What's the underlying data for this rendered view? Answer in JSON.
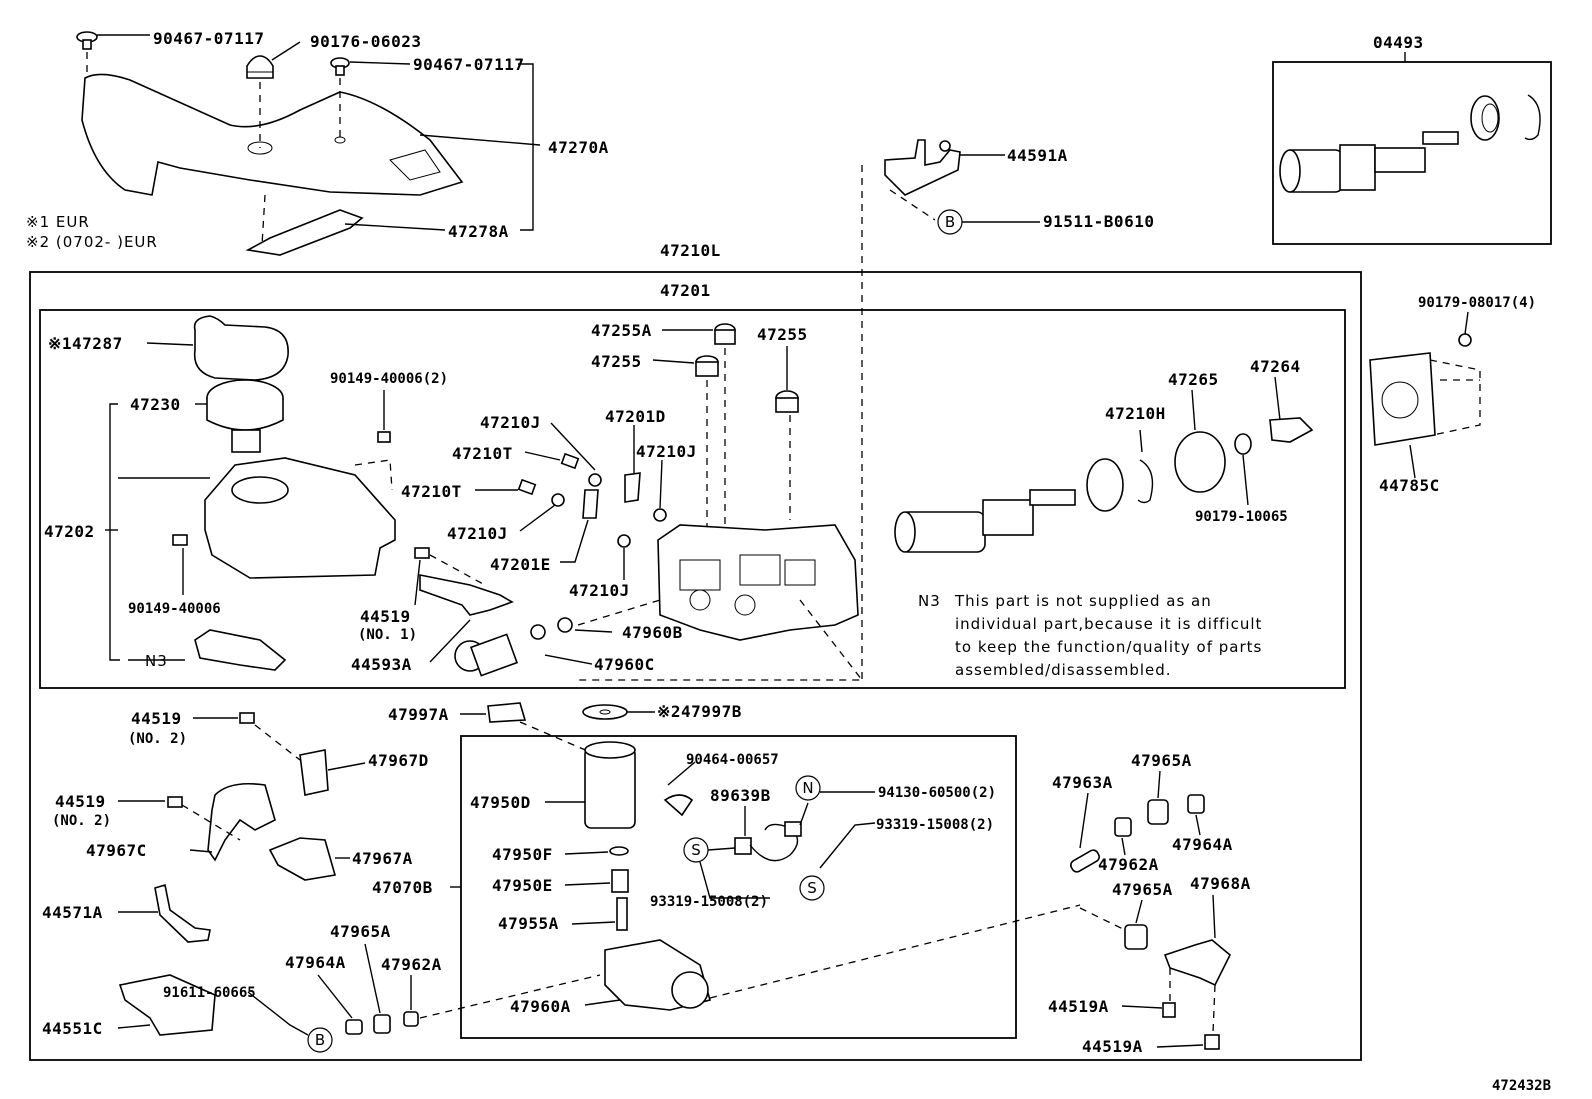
{
  "diagram_id": "472432B",
  "footnotes": {
    "note1": "※1 EUR",
    "note2": "※2 (0702-    )EUR"
  },
  "n3_note": {
    "code": "N3",
    "lines": [
      "This part is not supplied as an",
      "individual part,because it is difficult",
      "to keep the function/quality of parts",
      "assembled/disassembled."
    ]
  },
  "symbols": {
    "b": "B",
    "n": "N",
    "s": "S"
  },
  "parts": {
    "p90467_07117_a": "90467-07117",
    "p90176_06023": "90176-06023",
    "p90467_07117_b": "90467-07117",
    "p47270A": "47270A",
    "p47278A": "47278A",
    "p44591A": "44591A",
    "p91511_B0610": "91511-B0610",
    "p04493": "04493",
    "p47210L": "47210L",
    "p47201": "47201",
    "p47287": "※147287",
    "p47230": "47230",
    "p47202": "47202",
    "p90149_40006_2": "90149-40006(2)",
    "p90149_40006": "90149-40006",
    "pN3": "N3",
    "p47255A": "47255A",
    "p47255_l": "47255",
    "p47255_r": "47255",
    "p47210J_a": "47210J",
    "p47210T_a": "47210T",
    "p47210T_b": "47210T",
    "p47210J_b": "47210J",
    "p47201D": "47201D",
    "p47210J_c": "47210J",
    "p47201E": "47201E",
    "p47210J_d": "47210J",
    "p44519_no1": "44519",
    "p44519_no1_sub": "(NO. 1)",
    "p44593A": "44593A",
    "p47960B": "47960B",
    "p47960C": "47960C",
    "p47265": "47265",
    "p47264": "47264",
    "p47210H": "47210H",
    "p90179_10065": "90179-10065",
    "p90179_08017": "90179-08017(4)",
    "p44785C": "44785C",
    "p44519_no2a": "44519",
    "p44519_no2a_sub": "(NO. 2)",
    "p47967D": "47967D",
    "p44519_no2b": "44519",
    "p44519_no2b_sub": "(NO. 2)",
    "p47967C": "47967C",
    "p47967A": "47967A",
    "p44571A": "44571A",
    "p44551C": "44551C",
    "p47997A": "47997A",
    "p47997B": "※247997B",
    "p47950D": "47950D",
    "p90464_00657": "90464-00657",
    "p89639B": "89639B",
    "p94130_60500": "94130-60500(2)",
    "p93319_15008_a": "93319-15008(2)",
    "p93319_15008_b": "93319-15008(2)",
    "p47950F": "47950F",
    "p47950E": "47950E",
    "p47070B": "47070B",
    "p47955A": "47955A",
    "p47960A": "47960A",
    "p47965A_a": "47965A",
    "p47964A_a": "47964A",
    "p47962A_a": "47962A",
    "p91611_60665": "91611-60665",
    "p47963A": "47963A",
    "p47965A_b": "47965A",
    "p47964A_b": "47964A",
    "p47962A_b": "47962A",
    "p47965A_c": "47965A",
    "p47968A": "47968A",
    "p44519A_a": "44519A",
    "p44519A_b": "44519A"
  }
}
